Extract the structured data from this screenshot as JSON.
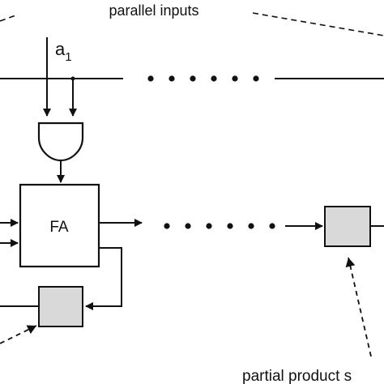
{
  "labels": {
    "parallel_inputs": "parallel inputs",
    "input_a": "a",
    "input_a_sub": "1",
    "full_adder": "FA",
    "partial_product": "partial product s"
  },
  "colors": {
    "line": "#111111",
    "register_fill": "#d9d9d9",
    "background": "#ffffff"
  },
  "icons": {
    "gate": "and-gate-icon",
    "register": "register-icon"
  }
}
